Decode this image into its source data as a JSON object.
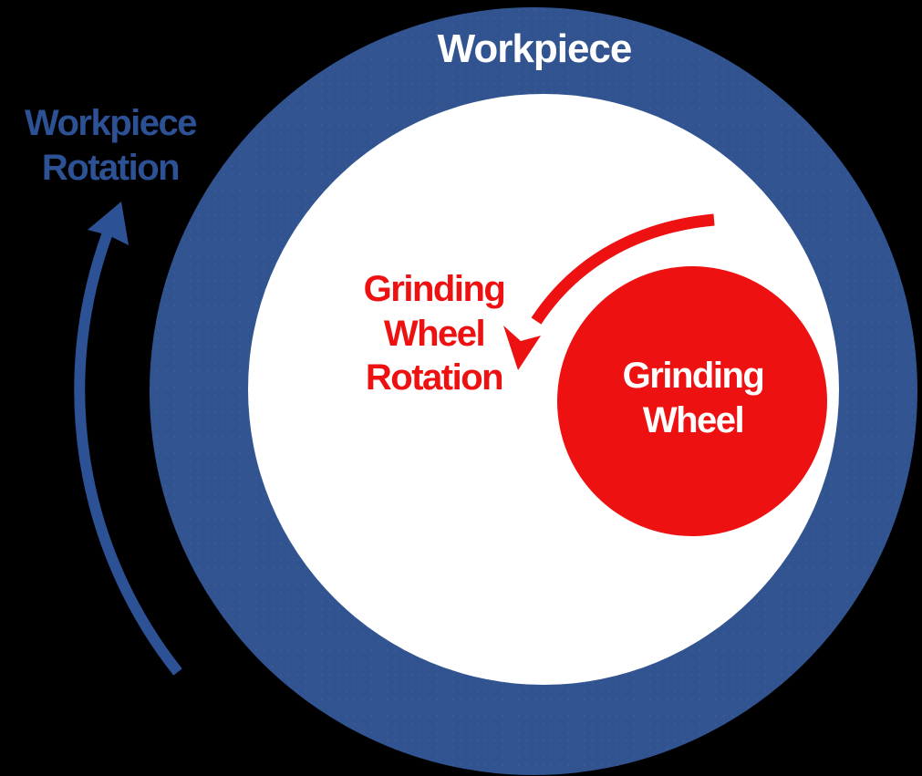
{
  "diagram": {
    "workpiece_label": "Workpiece",
    "workpiece_rotation_label": {
      "line1": "Workpiece",
      "line2": "Rotation"
    },
    "grinding_wheel_rotation_label": {
      "line1": "Grinding",
      "line2": "Wheel",
      "line3": "Rotation"
    },
    "grinding_wheel_label": {
      "line1": "Grinding",
      "line2": "Wheel"
    }
  },
  "colors": {
    "background": "#000000",
    "workpiece_ring_blue": "#315390",
    "ring_dot_texture_blue": "#5272AB",
    "rotation_arrow_blue": "#2C5194",
    "wheel_red": "#ED1111",
    "bore_white": "#FFFFFF",
    "title_white": "#FFFFFF"
  }
}
